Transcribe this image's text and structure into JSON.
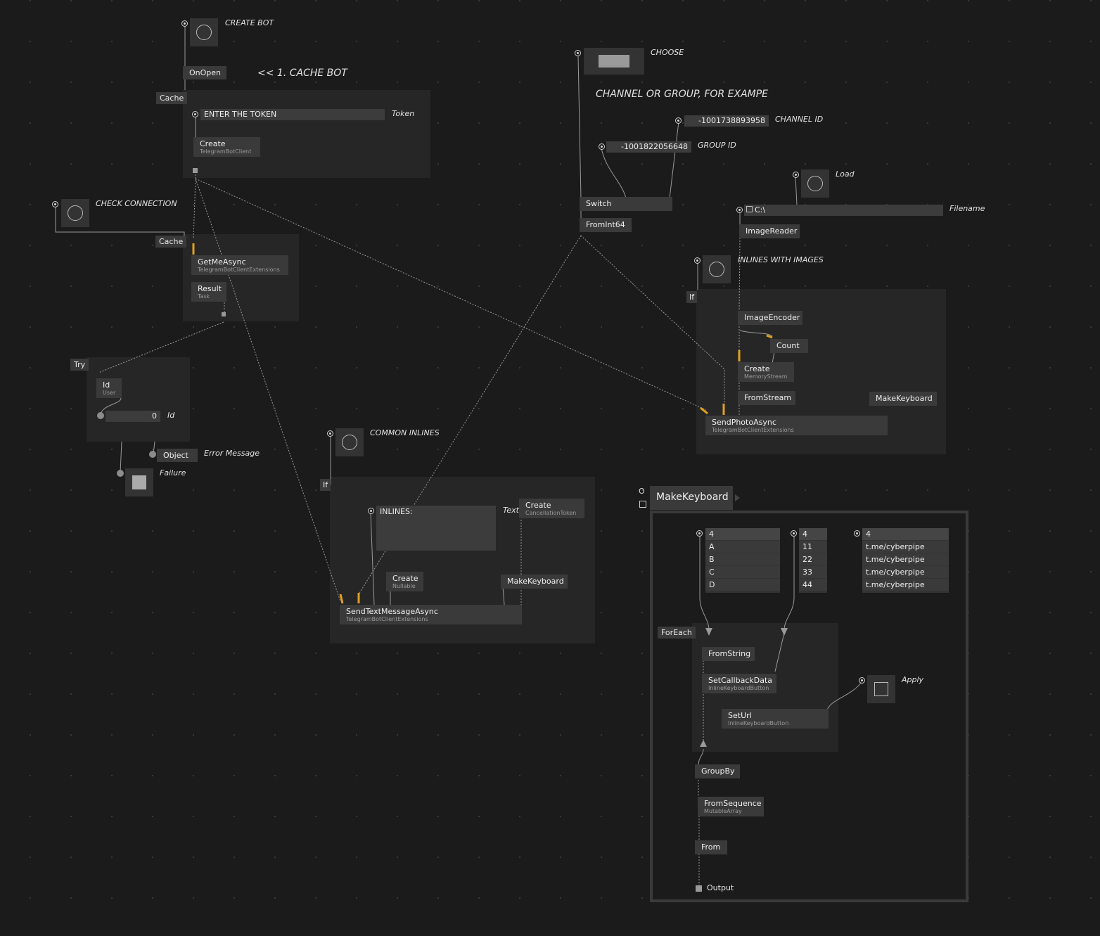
{
  "comments": {
    "create_bot": "CREATE BOT",
    "cache_bot": "<< 1. CACHE BOT",
    "token": "Token",
    "check_connection": "CHECK CONNECTION",
    "id": "Id",
    "error_message": "Error Message",
    "failure": "Failure",
    "choose": "CHOOSE",
    "channel_or_group": "CHANNEL OR GROUP, FOR EXAMPE",
    "channel_id": "CHANNEL ID",
    "group_id": "GROUP ID",
    "load": "Load",
    "filename": "Filename",
    "inlines_with_images": "INLINES WITH IMAGES",
    "common_inlines": "COMMON INLINES",
    "text": "Text",
    "apply": "Apply"
  },
  "labels": {
    "cache1": "Cache",
    "cache2": "Cache",
    "try": "Try",
    "if1": "If",
    "if2": "If",
    "foreach": "ForEach"
  },
  "nodes": {
    "onopen": "OnOpen",
    "create_client": "Create",
    "create_client_sub": "TelegramBotClient",
    "getme": "GetMeAsync",
    "getme_sub": "TelegramBotClientExtensions",
    "result": "Result",
    "result_sub": "Task",
    "id_user": "Id",
    "id_user_sub": "User",
    "object": "Object",
    "switch": "Switch",
    "fromint64": "FromInt64",
    "imagereader": "ImageReader",
    "imageencoder": "ImageEncoder",
    "count": "Count",
    "create_stream": "Create",
    "create_stream_sub": "MemoryStream",
    "fromstream": "FromStream",
    "makekeyboard1": "MakeKeyboard",
    "sendphoto": "SendPhotoAsync",
    "sendphoto_sub": "TelegramBotClientExtensions",
    "create_cancel": "Create",
    "create_cancel_sub": "CancellationToken",
    "create_nullable": "Create",
    "create_nullable_sub": "Nullable",
    "makekeyboard2": "MakeKeyboard",
    "sendtext": "SendTextMessageAsync",
    "sendtext_sub": "TelegramBotClientExtensions",
    "fromstring": "FromString",
    "setcallback": "SetCallbackData",
    "setcallback_sub": "InlineKeyboardButton",
    "seturl": "SetUrl",
    "seturl_sub": "InlineKeyboardButton",
    "groupby": "GroupBy",
    "fromsequence": "FromSequence",
    "fromsequence_sub": "MutableArray",
    "from": "From",
    "output": "Output"
  },
  "fields": {
    "token_value": "ENTER THE TOKEN",
    "id_value": "0",
    "channel_id_value": "-1001738893958",
    "group_id_value": "-1001822056648",
    "filename_value": "C:\\",
    "inlines_value": "INLINES:"
  },
  "patch": {
    "title": "MakeKeyboard",
    "o_label": "O"
  },
  "grids": {
    "labels": [
      "4",
      "A",
      "B",
      "C",
      "D"
    ],
    "numbers": [
      "4",
      "11",
      "22",
      "33",
      "44"
    ],
    "urls": [
      "4",
      "t.me/cyberpipe",
      "t.me/cyberpipe",
      "t.me/cyberpipe",
      "t.me/cyberpipe"
    ]
  },
  "colors": {
    "background": "#1b1b1b",
    "region": "#262626",
    "node": "#3a3a3a",
    "wire_active": "#e0a020",
    "wire": "#9a9a9a"
  }
}
